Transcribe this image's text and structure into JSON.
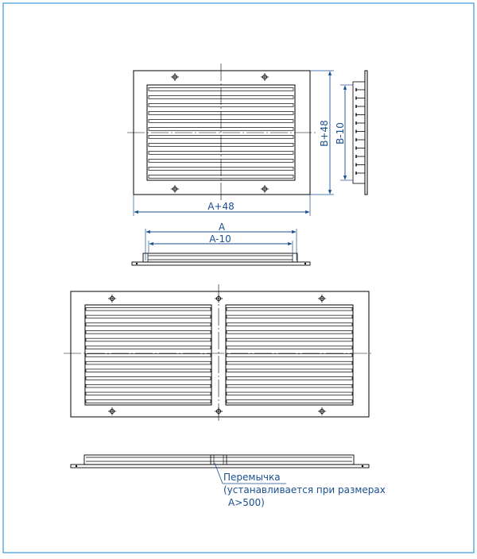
{
  "colors": {
    "frame": "#3b9ad9",
    "outline": "#000000",
    "dimension": "#1a4f8f"
  },
  "dimensions": {
    "top_width": "A+48",
    "top_height": "B+48",
    "side_height": "B-10",
    "inner_width": "A",
    "inner_width_minus": "A-10"
  },
  "annotation": {
    "line1": "Перемычка",
    "line2": "(устанавливается при размерах",
    "line3": "A>500)"
  },
  "icons": [
    "crosshair-hole-icon"
  ]
}
